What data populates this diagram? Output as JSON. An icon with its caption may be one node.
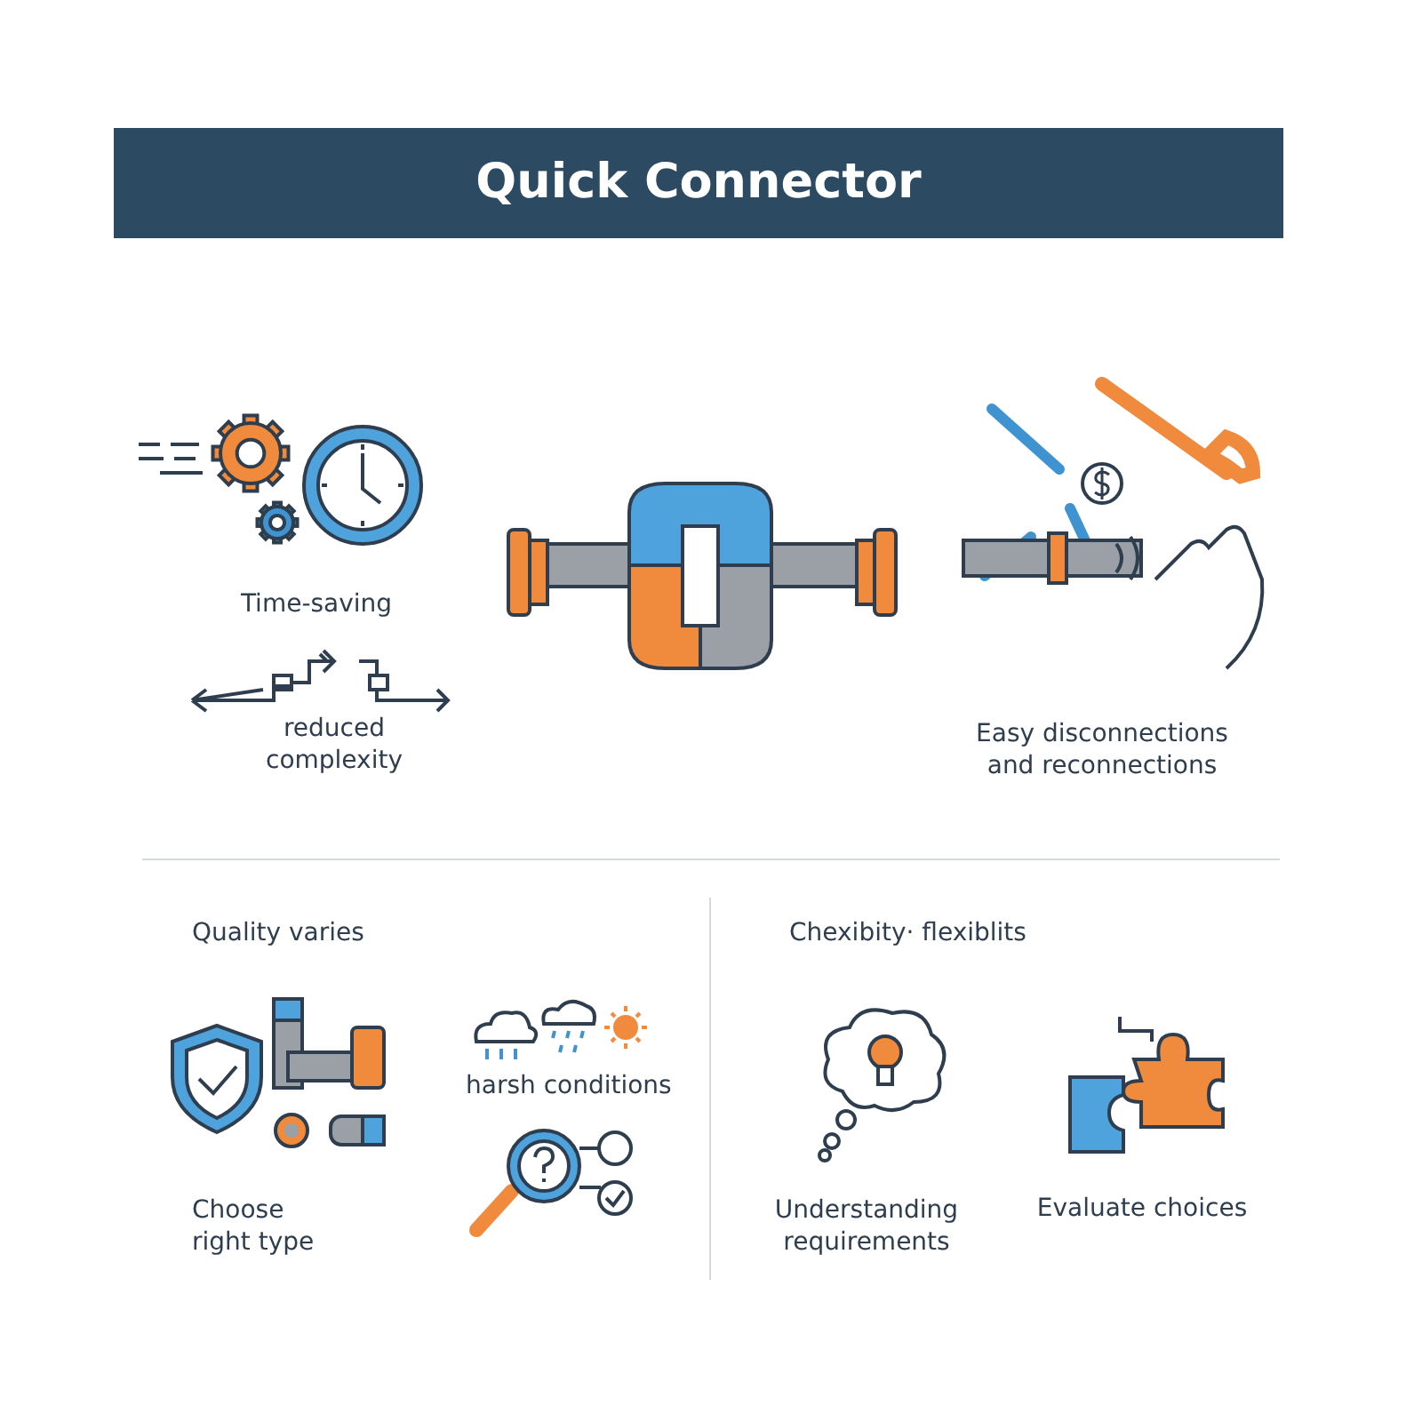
{
  "diagram": {
    "title": "Quick Connector",
    "labels": [
      "Time-saving",
      "reduced complexity",
      "Easy disconnections and reconnections",
      "Quality varies",
      "harsh conditions",
      "Choose right type",
      "Chexibity· flexiblits",
      "Understanding requirements",
      "Evaluate choices"
    ]
  }
}
